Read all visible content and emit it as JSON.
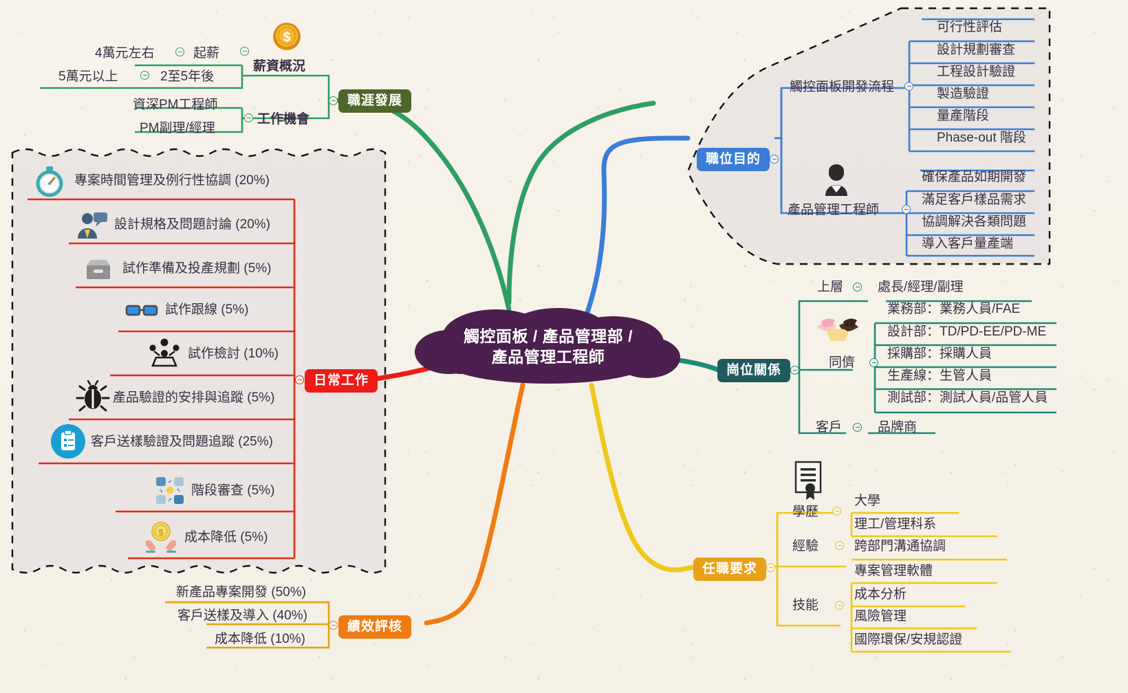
{
  "central": {
    "line1": "觸控面板 / 產品管理部 /",
    "line2": "產品管理工程師",
    "color": "#4b1f4e"
  },
  "branches": {
    "career": {
      "label": "職涯發展",
      "color": "#4f662b"
    },
    "purpose": {
      "label": "職位目的",
      "color": "#3b7dd8"
    },
    "daily": {
      "label": "日常工作",
      "color": "#ee1b16"
    },
    "relations": {
      "label": "崗位關係",
      "color": "#1f5a5e"
    },
    "performance": {
      "label": "績效評核",
      "color": "#ef7c12"
    },
    "requirements": {
      "label": "任職要求",
      "color": "#eba01b"
    }
  },
  "career": {
    "salary": {
      "label": "薪資概況",
      "icon": "coin-dollar-icon",
      "items": [
        {
          "key": "起薪",
          "value": "4萬元左右"
        },
        {
          "key": "2至5年後",
          "value": "5萬元以上"
        }
      ]
    },
    "jobs": {
      "label": "工作機會",
      "items": [
        "資深PM工程師",
        "PM副理/經理"
      ]
    }
  },
  "purpose": {
    "flow": {
      "label": "觸控面板開發流程",
      "items": [
        "可行性評估",
        "設計規劃審查",
        "工程設計驗證",
        "製造驗證",
        "量產階段",
        "Phase-out 階段"
      ]
    },
    "role": {
      "label": "產品管理工程師",
      "icon": "bearded-person-icon",
      "items": [
        "確保產品如期開發",
        "滿足客戶樣品需求",
        "協調解決各類問題",
        "導入客戶量產端"
      ]
    }
  },
  "daily": {
    "items": [
      {
        "text": "專案時間管理及例行性協調 (20%)",
        "icon": "stopwatch-icon"
      },
      {
        "text": "設計規格及問題討論 (20%)",
        "icon": "person-speech-icon"
      },
      {
        "text": "試作準備及投產規劃 (5%)",
        "icon": "box-icon"
      },
      {
        "text": "試作跟線 (5%)",
        "icon": "glasses-icon"
      },
      {
        "text": "試作檢討 (10%)",
        "icon": "meeting-icon"
      },
      {
        "text": "產品驗證的安排與追蹤 (5%)",
        "icon": "bug-icon"
      },
      {
        "text": "客戶送樣驗證及問題追蹤 (25%)",
        "icon": "clipboard-icon"
      },
      {
        "text": "階段審查 (5%)",
        "icon": "workflow-icon"
      },
      {
        "text": "成本降低 (5%)",
        "icon": "coin-hands-icon"
      }
    ]
  },
  "relations": {
    "upper": {
      "label": "上層",
      "value": "處長/經理/副理"
    },
    "peers": {
      "label": "同儕",
      "icon": "handshake-icon",
      "items": [
        "業務部：業務人員/FAE",
        "設計部：TD/PD-EE/PD-ME",
        "採購部：採購人員",
        "生產線：生管人員",
        "測試部：測試人員/品管人員"
      ]
    },
    "customer": {
      "label": "客戶",
      "value": "品牌商"
    }
  },
  "performance": {
    "items": [
      "新產品專案開發 (50%)",
      "客戶送樣及導入 (40%)",
      "成本降低 (10%)"
    ]
  },
  "requirements": {
    "education": {
      "label": "學歷",
      "icon": "certificate-icon",
      "items": [
        "大學",
        "理工/管理科系"
      ]
    },
    "experience": {
      "label": "經驗",
      "items": [
        "跨部門溝通協調"
      ]
    },
    "skills": {
      "label": "技能",
      "items": [
        "專案管理軟體",
        "成本分析",
        "風險管理",
        "國際環保/安規認證"
      ]
    }
  }
}
